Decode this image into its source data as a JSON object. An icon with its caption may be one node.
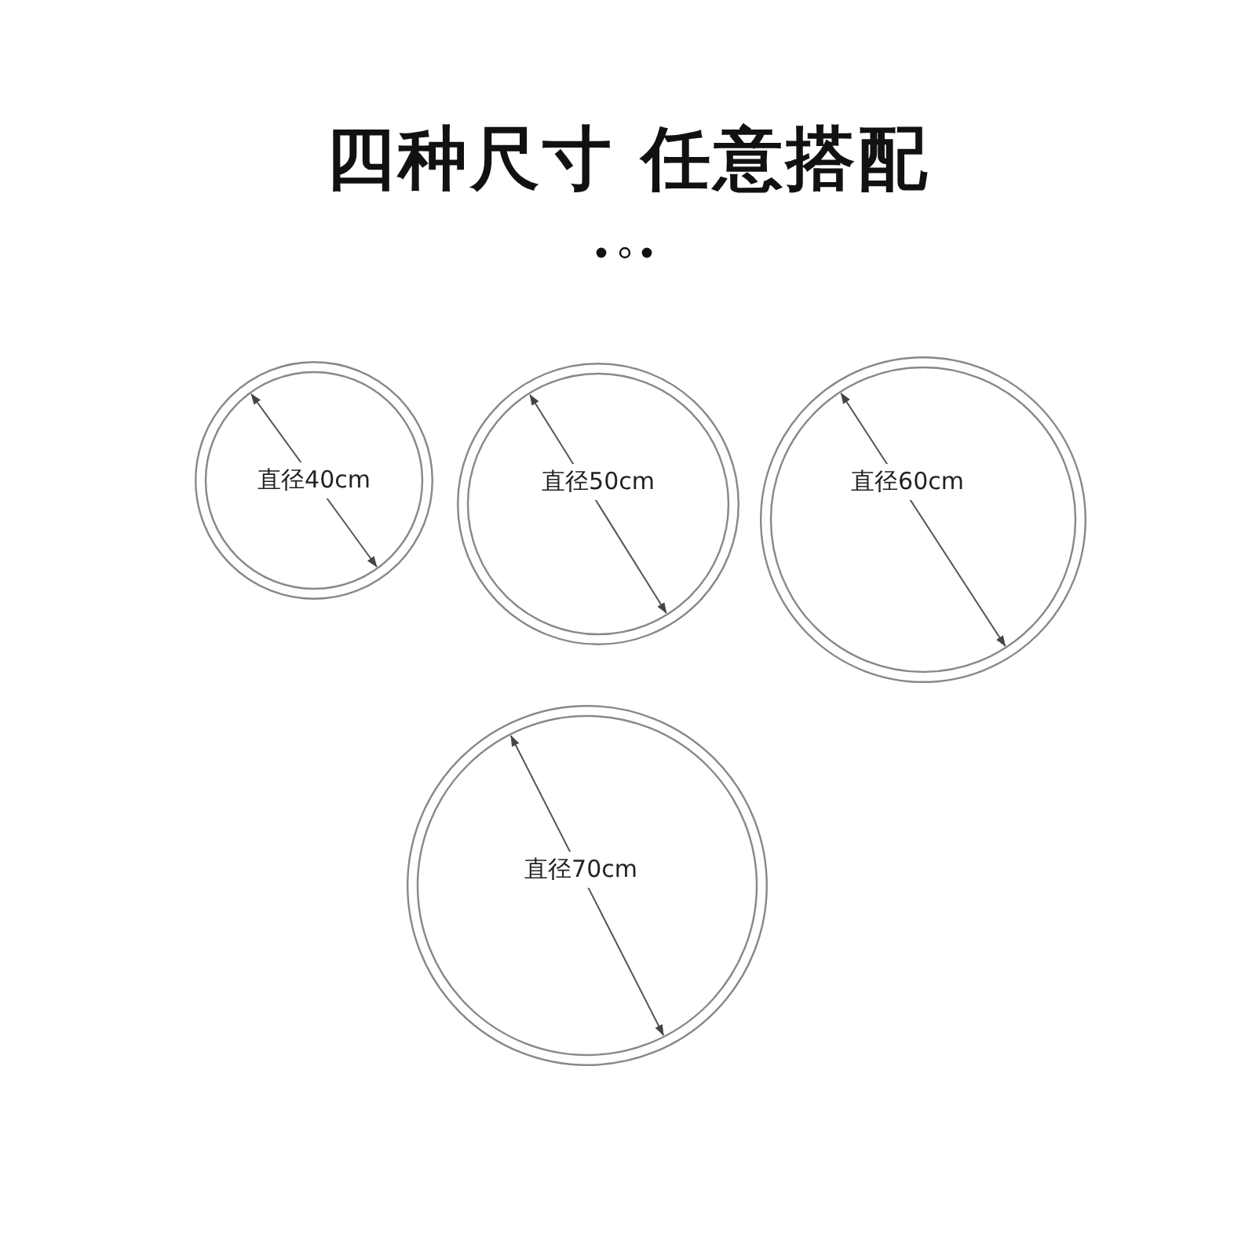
{
  "diagram": {
    "title": "四种尺寸 任意搭配",
    "nodes": [
      {
        "text": [
          "直径40cm"
        ]
      },
      {
        "text": [
          "直径50cm"
        ]
      },
      {
        "text": [
          "直径60cm"
        ]
      },
      {
        "text": [
          "直径70cm"
        ]
      }
    ]
  }
}
